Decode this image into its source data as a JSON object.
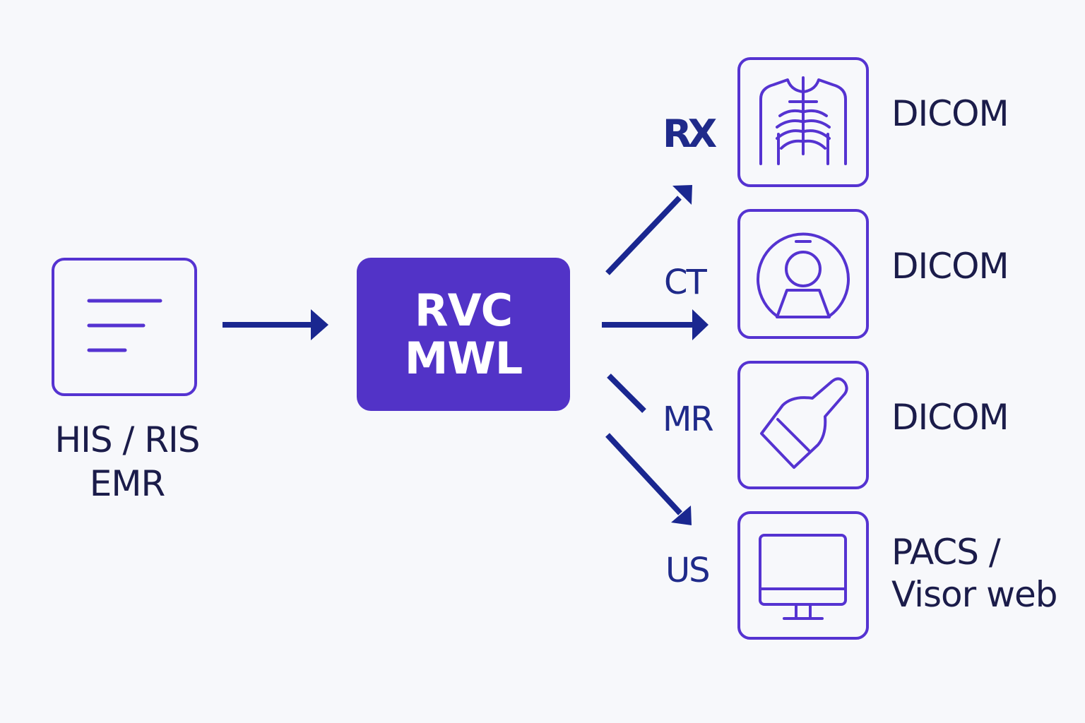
{
  "source": {
    "icon": "document-icon",
    "lines": [
      "HIS / RIS",
      "EMR"
    ]
  },
  "hub": {
    "lines": [
      "RVC",
      "MWL"
    ],
    "color": "#5233c7"
  },
  "modalities": [
    {
      "label": "RX",
      "icon": "chest-xray-icon",
      "output": [
        "DICOM"
      ]
    },
    {
      "label": "CT",
      "icon": "ct-scanner-icon",
      "output": [
        "DICOM"
      ]
    },
    {
      "label": "MR",
      "icon": "ultrasound-probe-icon",
      "output": [
        "DICOM"
      ]
    },
    {
      "label": "US",
      "icon": "monitor-icon",
      "output": [
        "PACS /",
        "Visor web"
      ]
    }
  ],
  "colors": {
    "icon_stroke": "#5533d1",
    "arrow": "#1a2790",
    "text": "#1b1c4a"
  }
}
